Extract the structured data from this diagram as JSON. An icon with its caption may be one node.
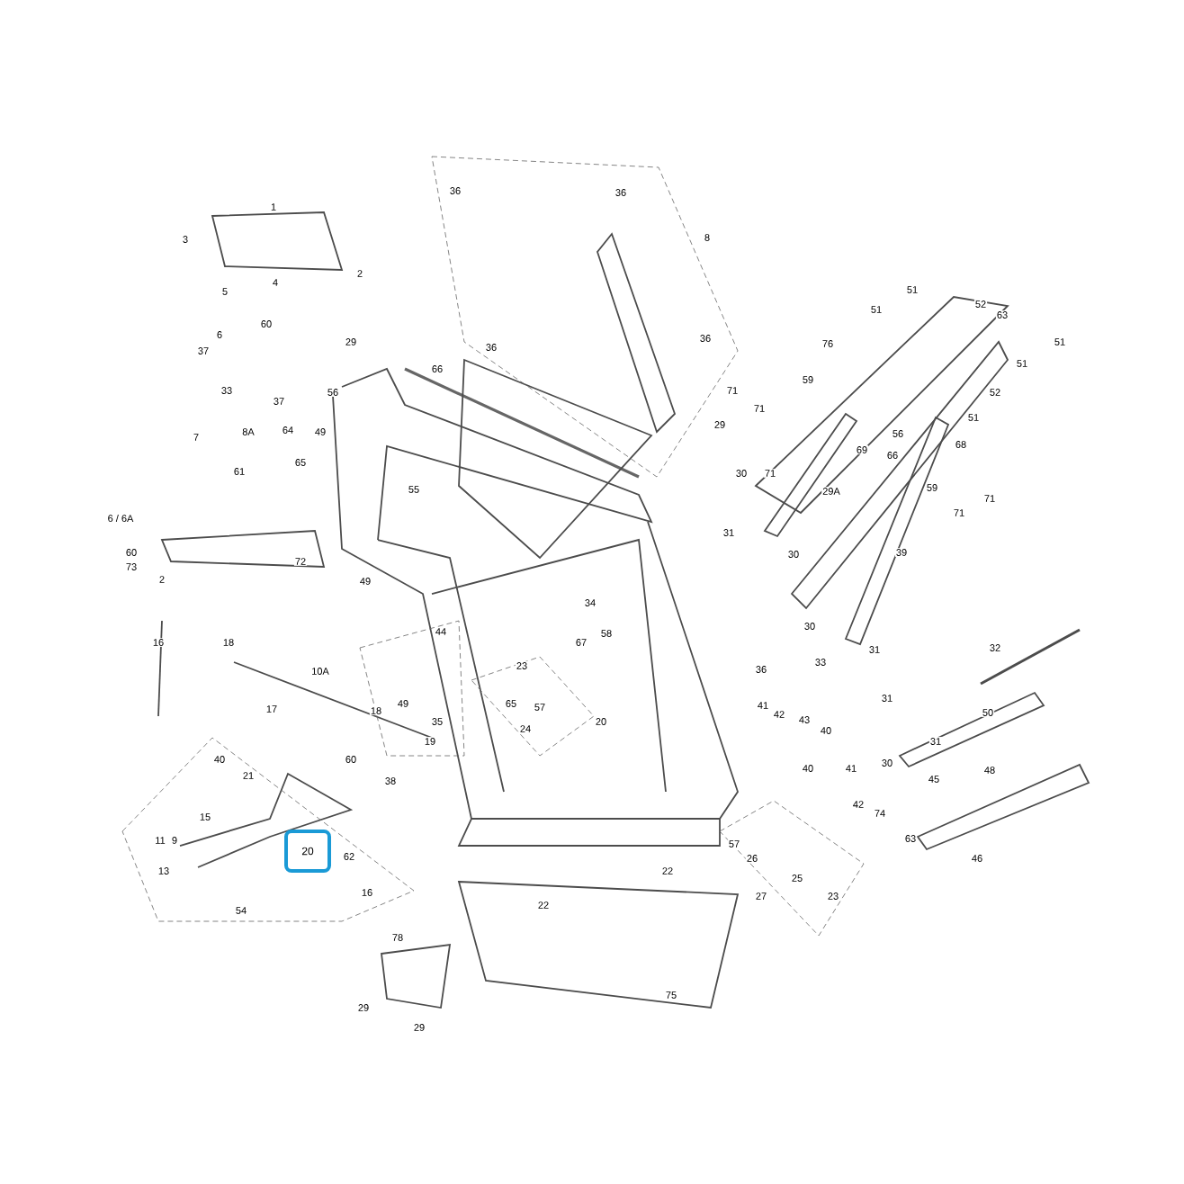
{
  "diagram": {
    "nodes": [
      {
        "text": [
          "20"
        ]
      }
    ],
    "edges": [],
    "labels": [
      "1",
      "3",
      "2",
      "4",
      "5",
      "60",
      "6",
      "37",
      "33",
      "37",
      "8A",
      "7",
      "61",
      "64",
      "49",
      "65",
      "29",
      "56",
      "66",
      "55",
      "6 / 6A",
      "60",
      "73",
      "72",
      "2",
      "49",
      "36",
      "36",
      "8",
      "36",
      "36",
      "71",
      "71",
      "29",
      "30",
      "71",
      "31",
      "51",
      "51",
      "52",
      "63",
      "76",
      "51",
      "59",
      "51",
      "52",
      "51",
      "56",
      "68",
      "69",
      "66",
      "29A",
      "59",
      "71",
      "71",
      "30",
      "39",
      "16",
      "18",
      "44",
      "10A",
      "17",
      "18",
      "49",
      "35",
      "19",
      "40",
      "21",
      "60",
      "38",
      "15",
      "11",
      "9",
      "13",
      "62",
      "16",
      "54",
      "78",
      "29",
      "29",
      "34",
      "58",
      "67",
      "23",
      "65",
      "57",
      "24",
      "20",
      "22",
      "22",
      "75",
      "30",
      "31",
      "32",
      "33",
      "36",
      "41",
      "42",
      "43",
      "31",
      "40",
      "50",
      "31",
      "40",
      "41",
      "30",
      "45",
      "48",
      "42",
      "74",
      "63",
      "46",
      "57",
      "26",
      "25",
      "27",
      "23"
    ]
  }
}
